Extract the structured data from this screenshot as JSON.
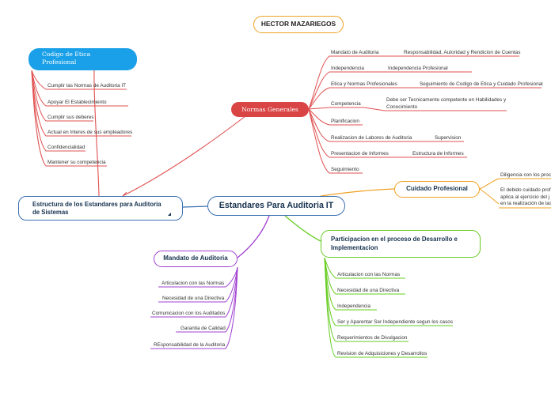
{
  "author": "HECTOR MAZARIEGOS",
  "central_topic": "Estandares Para Auditoria IT",
  "estructura": {
    "title_line1": "Estructura de los Estandares para Auditoria",
    "title_line2": "de Sistemas",
    "codigo": {
      "title_line1": "Codigo de Etica",
      "title_line2": "Profesional",
      "items": [
        "Cumplir las Normas de Auditoria IT",
        "Apoyar El Establecimiento",
        "Cumplir sus deberes",
        "Actual en Interes de sus empleadores",
        "Confidencialidad",
        "Mantener su competencia"
      ]
    }
  },
  "normas": {
    "title": "Normas Generales",
    "items": [
      {
        "label": "Mandato de Auditoria",
        "sub": "Responsabilidad, Autoridad y Rendicion de Cuentas"
      },
      {
        "label": "Independencia",
        "sub": "Independencia Profesional"
      },
      {
        "label": "Etica y Normas Profesionales",
        "sub": "Seguimiento de Codigo de Etica y Cuidado Profesional"
      },
      {
        "label": "Competencia",
        "sub_line1": "Debe ser Tecnicamente competente en Habilidades y",
        "sub_line2": "Conocimiento"
      },
      {
        "label": "Planificacion"
      },
      {
        "label": "Realizacion de Labores de Auditoria",
        "sub": "Supervision"
      },
      {
        "label": "Presentacion de Informes",
        "sub": "Estructura de Informes"
      },
      {
        "label": "Seguimiento"
      }
    ]
  },
  "cuidado": {
    "title": "Cuidado Profesional",
    "text1": "Diligencia con los proc",
    "text2_line1": "El debido cuidado prof",
    "text2_line2": "aplica al ejercicio del j",
    "text2_line3": "en la realización de las"
  },
  "participacion": {
    "title_line1": "Participacion en el proceso de Desarrollo e",
    "title_line2": "Implementacion",
    "items": [
      "Articulacion con las Normas",
      "Necesidad de una Directiva",
      "Independencia",
      "Ser y Aparentar Ser Independiente segun los casos",
      "Requerimientos de Divulgacion",
      "Revision de Adquisiciones y Desarrollos"
    ]
  },
  "mandato": {
    "title": "Mandato de Auditoria",
    "items": [
      "Articulacion con las Normas",
      "Necesidad de una Directiva",
      "Comunicacion con los Auditados",
      "Garantia de Calidad",
      "REsponsabilidad de la Auditoria"
    ]
  },
  "colors": {
    "central": "#3a6fb0",
    "codigo": "#1aa0e8",
    "normas": "#d94444",
    "cuidado": "#f0a020",
    "participacion": "#66cc22",
    "mandato": "#a040d0",
    "codigo_lines": "#e05050"
  }
}
